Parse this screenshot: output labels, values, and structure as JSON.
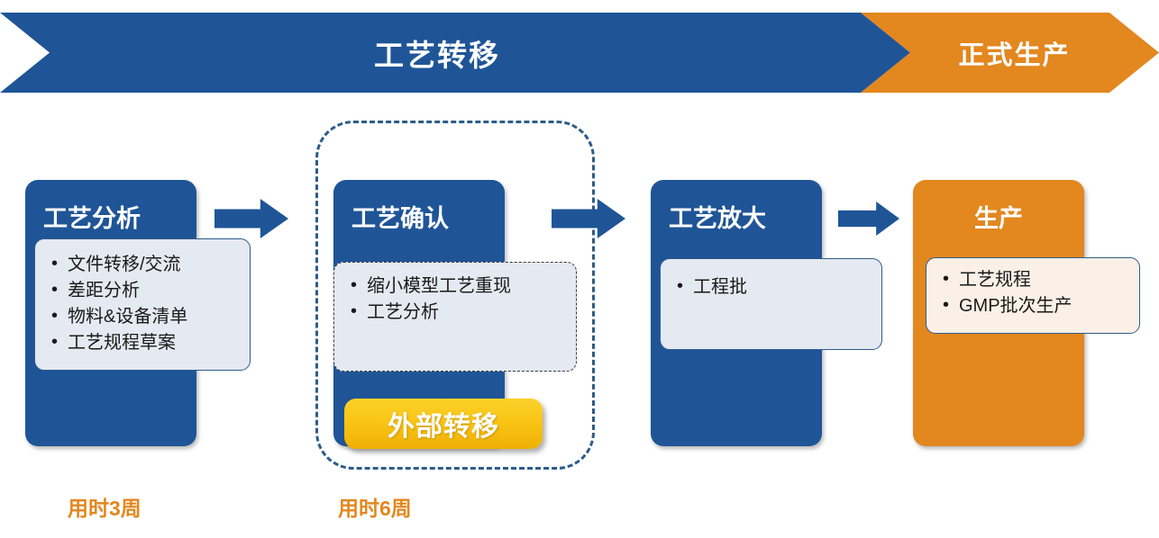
{
  "header": {
    "phases": [
      {
        "label": "工艺转移",
        "color": "#1F5597"
      },
      {
        "label": "正式生产",
        "color": "#E3871F"
      }
    ]
  },
  "flow": {
    "stages": [
      {
        "title": "工艺分析",
        "color": "#1F5597",
        "items": [
          "文件转移/交流",
          "差距分析",
          "物料&设备清单",
          "工艺规程草案"
        ],
        "duration": "用时3周"
      },
      {
        "title": "工艺确认",
        "color": "#1F5597",
        "items": [
          "缩小模型工艺重现",
          "工艺分析"
        ],
        "badge": "外部转移",
        "duration": "用时6周"
      },
      {
        "title": "工艺放大",
        "color": "#1F5597",
        "items": [
          "工程批"
        ],
        "duration": ""
      },
      {
        "title": "生产",
        "color": "#E3871F",
        "items": [
          "工艺规程",
          "GMP批次生产"
        ],
        "duration": ""
      }
    ],
    "connectors": [
      "arrow-right-icon",
      "arrow-right-icon",
      "arrow-right-icon"
    ]
  },
  "colors": {
    "brand_blue": "#1F5597",
    "brand_orange": "#E3871F",
    "badge_gold": "#FAC516",
    "callout_blue_fill": "#E5E9F1",
    "callout_cream_fill": "#FBF0E6"
  }
}
